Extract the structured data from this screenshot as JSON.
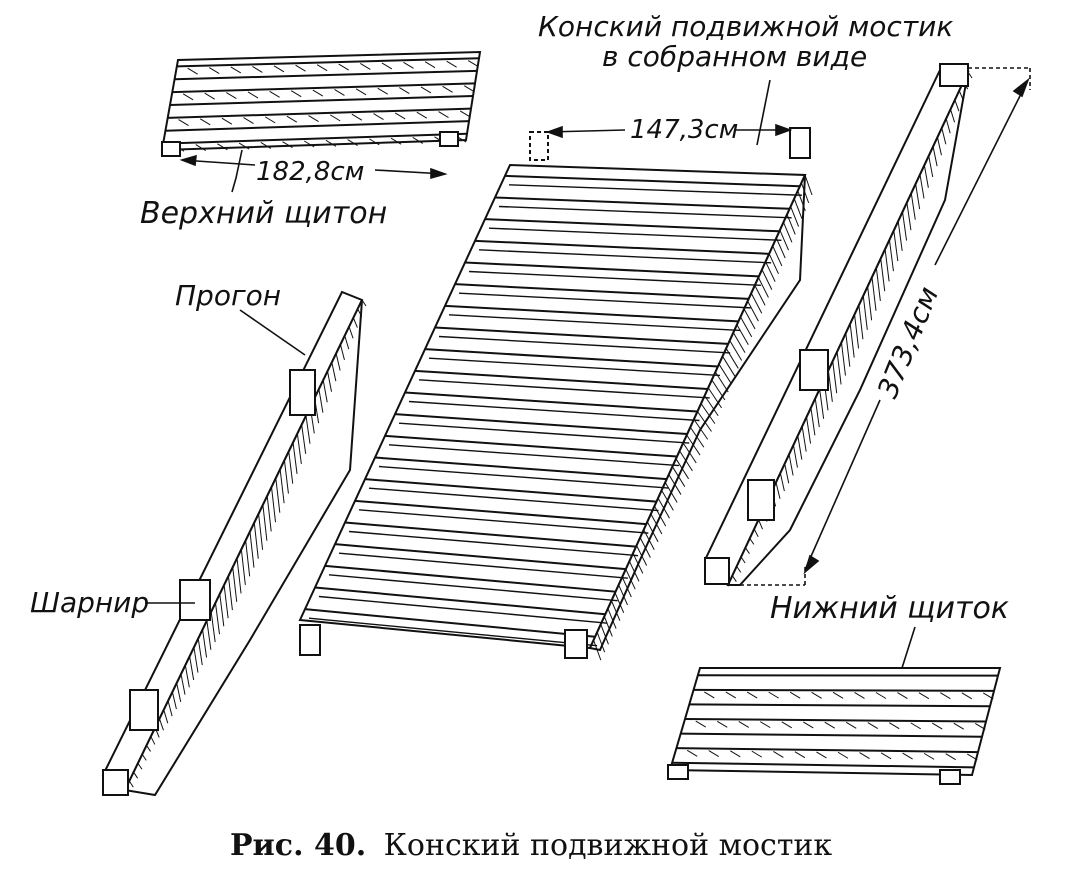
{
  "figure": {
    "caption_prefix": "Рис. 40.",
    "caption_text": "Конский подвижной мостик"
  },
  "labels": {
    "assembled_line1": "Конский подвижной мостик",
    "assembled_line2": "в собранном виде",
    "width_dim": "147,3см",
    "length_dim": "373,4см",
    "upper_panel_dim": "182,8см",
    "upper_panel": "Верхний щитон",
    "purlin": "Прогон",
    "hinge": "Шарнир",
    "lower_panel": "Нижний щиток"
  },
  "colors": {
    "ink": "#111111",
    "paper": "#ffffff"
  }
}
